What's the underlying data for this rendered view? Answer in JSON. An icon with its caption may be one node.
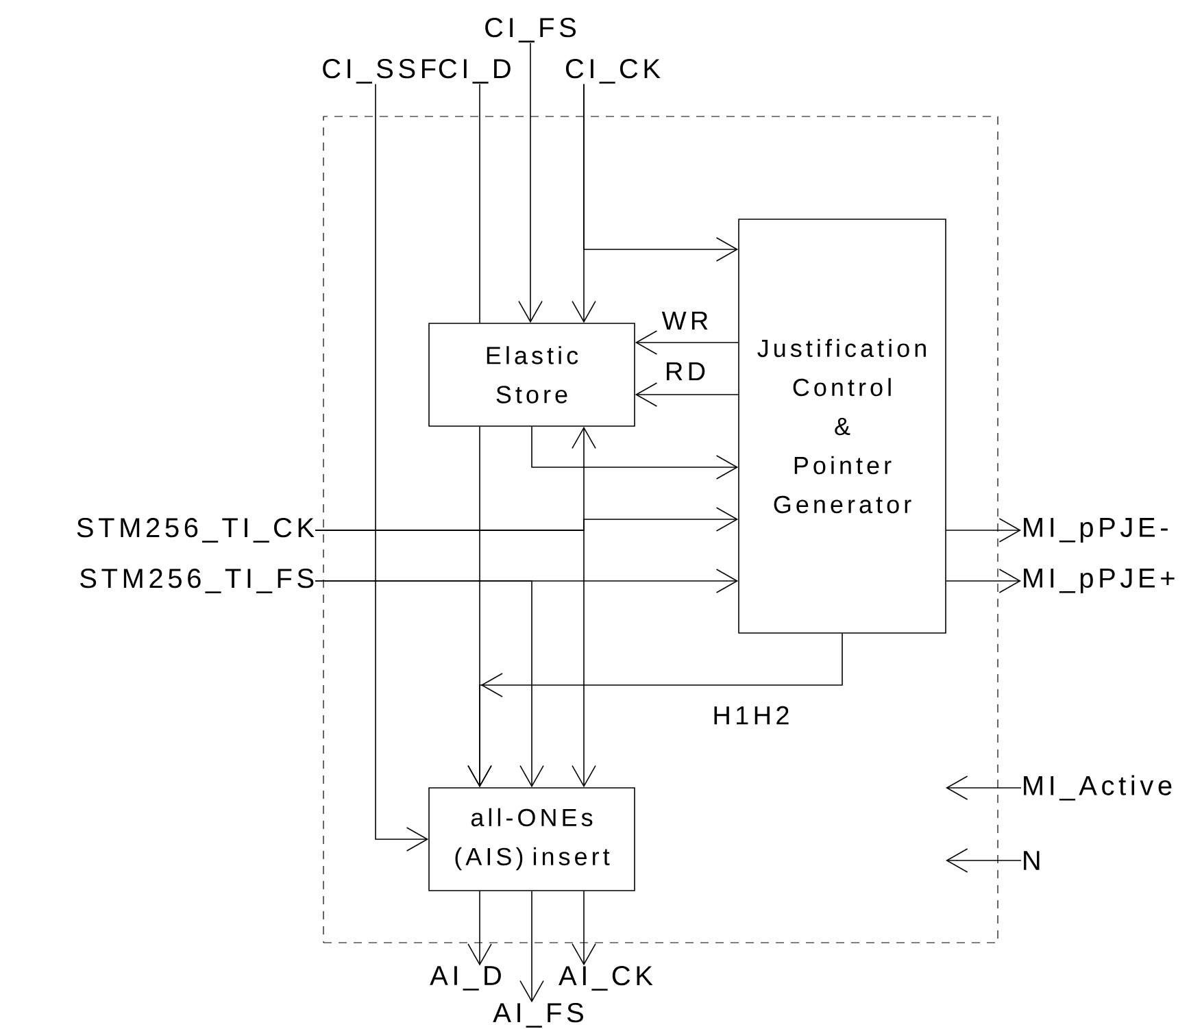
{
  "diagram": {
    "nodes": [
      {
        "text": [],
        "shape": "box"
      },
      {
        "text": [
          "CI_FS"
        ]
      },
      {
        "text": [
          "CI_SSF"
        ]
      },
      {
        "text": [
          "CI_D"
        ]
      },
      {
        "text": [
          "CI_CK"
        ]
      },
      {
        "text": [
          "Elastic Store"
        ],
        "in": 0
      },
      {
        "text": [
          "Justification Control & Pointer Generator"
        ],
        "in": 0
      },
      {
        "text": [
          "STM256_TI_CK"
        ]
      },
      {
        "text": [
          "STM256_TI_FS"
        ]
      },
      {
        "text": [
          "MI_pPJE-"
        ]
      },
      {
        "text": [
          "MI_pPJE+"
        ]
      },
      {
        "text": [
          "all-ONEs (AIS) insert"
        ],
        "in": 0
      },
      {
        "text": [
          "MI_Active"
        ]
      },
      {
        "text": [
          "N"
        ]
      },
      {
        "text": [
          "AI_D"
        ]
      },
      {
        "text": [
          "AI_CK"
        ]
      },
      {
        "text": [
          "AI_FS"
        ]
      }
    ],
    "edges": [
      {
        "from": 2,
        "to": 11,
        "arrow": "to"
      },
      {
        "from": 3,
        "to": 5,
        "arrow": "none"
      },
      {
        "from": 1,
        "to": 5,
        "arrow": "to"
      },
      {
        "from": 4,
        "to": 5,
        "arrow": "to"
      },
      {
        "from": 4,
        "to": 6,
        "arrow": "to"
      },
      {
        "from": 6,
        "to": 5,
        "arrow": "to",
        "label": "WR"
      },
      {
        "from": 6,
        "to": 5,
        "arrow": "to",
        "label": "RD"
      },
      {
        "from": 5,
        "to": 11,
        "arrow": "to"
      },
      {
        "from": 5,
        "to": 6,
        "arrow": "to"
      },
      {
        "from": 7,
        "to": 5,
        "arrow": "to"
      },
      {
        "from": 7,
        "to": 6,
        "arrow": "to"
      },
      {
        "from": 7,
        "to": 11,
        "arrow": "to"
      },
      {
        "from": 8,
        "to": 6,
        "arrow": "to"
      },
      {
        "from": 8,
        "to": 11,
        "arrow": "to"
      },
      {
        "from": 6,
        "to": 9,
        "arrow": "to"
      },
      {
        "from": 6,
        "to": 10,
        "arrow": "to"
      },
      {
        "from": 6,
        "to": 11,
        "arrow": "to",
        "label": "H1H2"
      },
      {
        "from": 12,
        "to": null,
        "arrow": "to"
      },
      {
        "from": 13,
        "to": null,
        "arrow": "to"
      },
      {
        "from": 11,
        "to": 14,
        "arrow": "to"
      },
      {
        "from": 11,
        "to": 16,
        "arrow": "to"
      },
      {
        "from": 11,
        "to": 15,
        "arrow": "to"
      }
    ]
  }
}
